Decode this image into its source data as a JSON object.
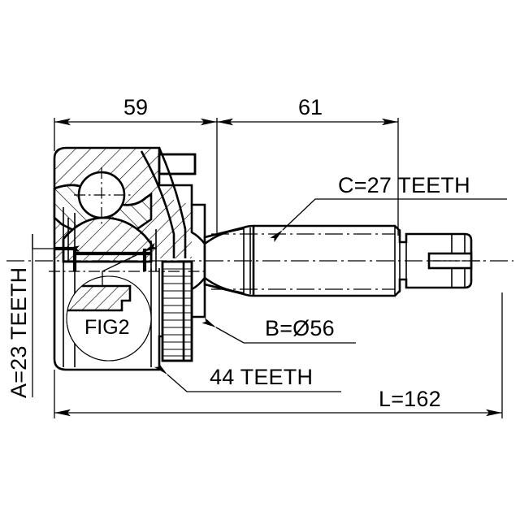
{
  "drawing": {
    "type": "cv-joint-outer-technical-drawing",
    "background_color": "#ffffff",
    "line_color": "#000000",
    "dimensions": {
      "left_span": "59",
      "right_span": "61",
      "total_length": "L=162",
      "inner_spline": "A=23 TEETH",
      "outer_spline": "C=27 TEETH",
      "bell_diameter": "B=Ø56",
      "tone_ring": "44 TEETH",
      "detail_callout": "FIG2"
    },
    "labels": {
      "dim_59": "59",
      "dim_61": "61",
      "dim_L": "L=162",
      "teeth_A": "A=23 TEETH",
      "teeth_C": "C=27 TEETH",
      "diameter_B": "B=Ø56",
      "teeth_44": "44 TEETH",
      "fig2": "FIG2"
    }
  }
}
